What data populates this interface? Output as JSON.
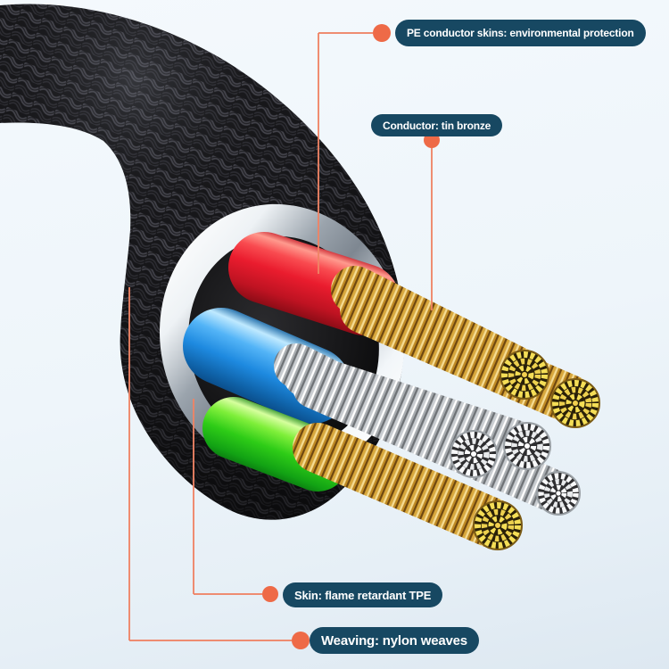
{
  "callouts": {
    "pe_skin": {
      "label": "PE conductor skins: environmental protection"
    },
    "conductor": {
      "label": "Conductor: tin bronze"
    },
    "skin": {
      "label": "Skin: flame retardant TPE"
    },
    "weaving": {
      "label": "Weaving: nylon weaves"
    }
  },
  "colors": {
    "label-bg": "#174862",
    "label-text": "#ffffff",
    "accent-dot": "#ee6a47",
    "accent-line": "#ef8365",
    "wire-red": "#e81b2a",
    "wire-blue": "#2b9cf2",
    "wire-green": "#2fd41c",
    "conductor-gold": "#d9a83c",
    "conductor-silver": "#d7dadd",
    "braid-black": "#17171a",
    "background-top": "#f4f9fd",
    "background-bottom": "#dde8f1"
  }
}
